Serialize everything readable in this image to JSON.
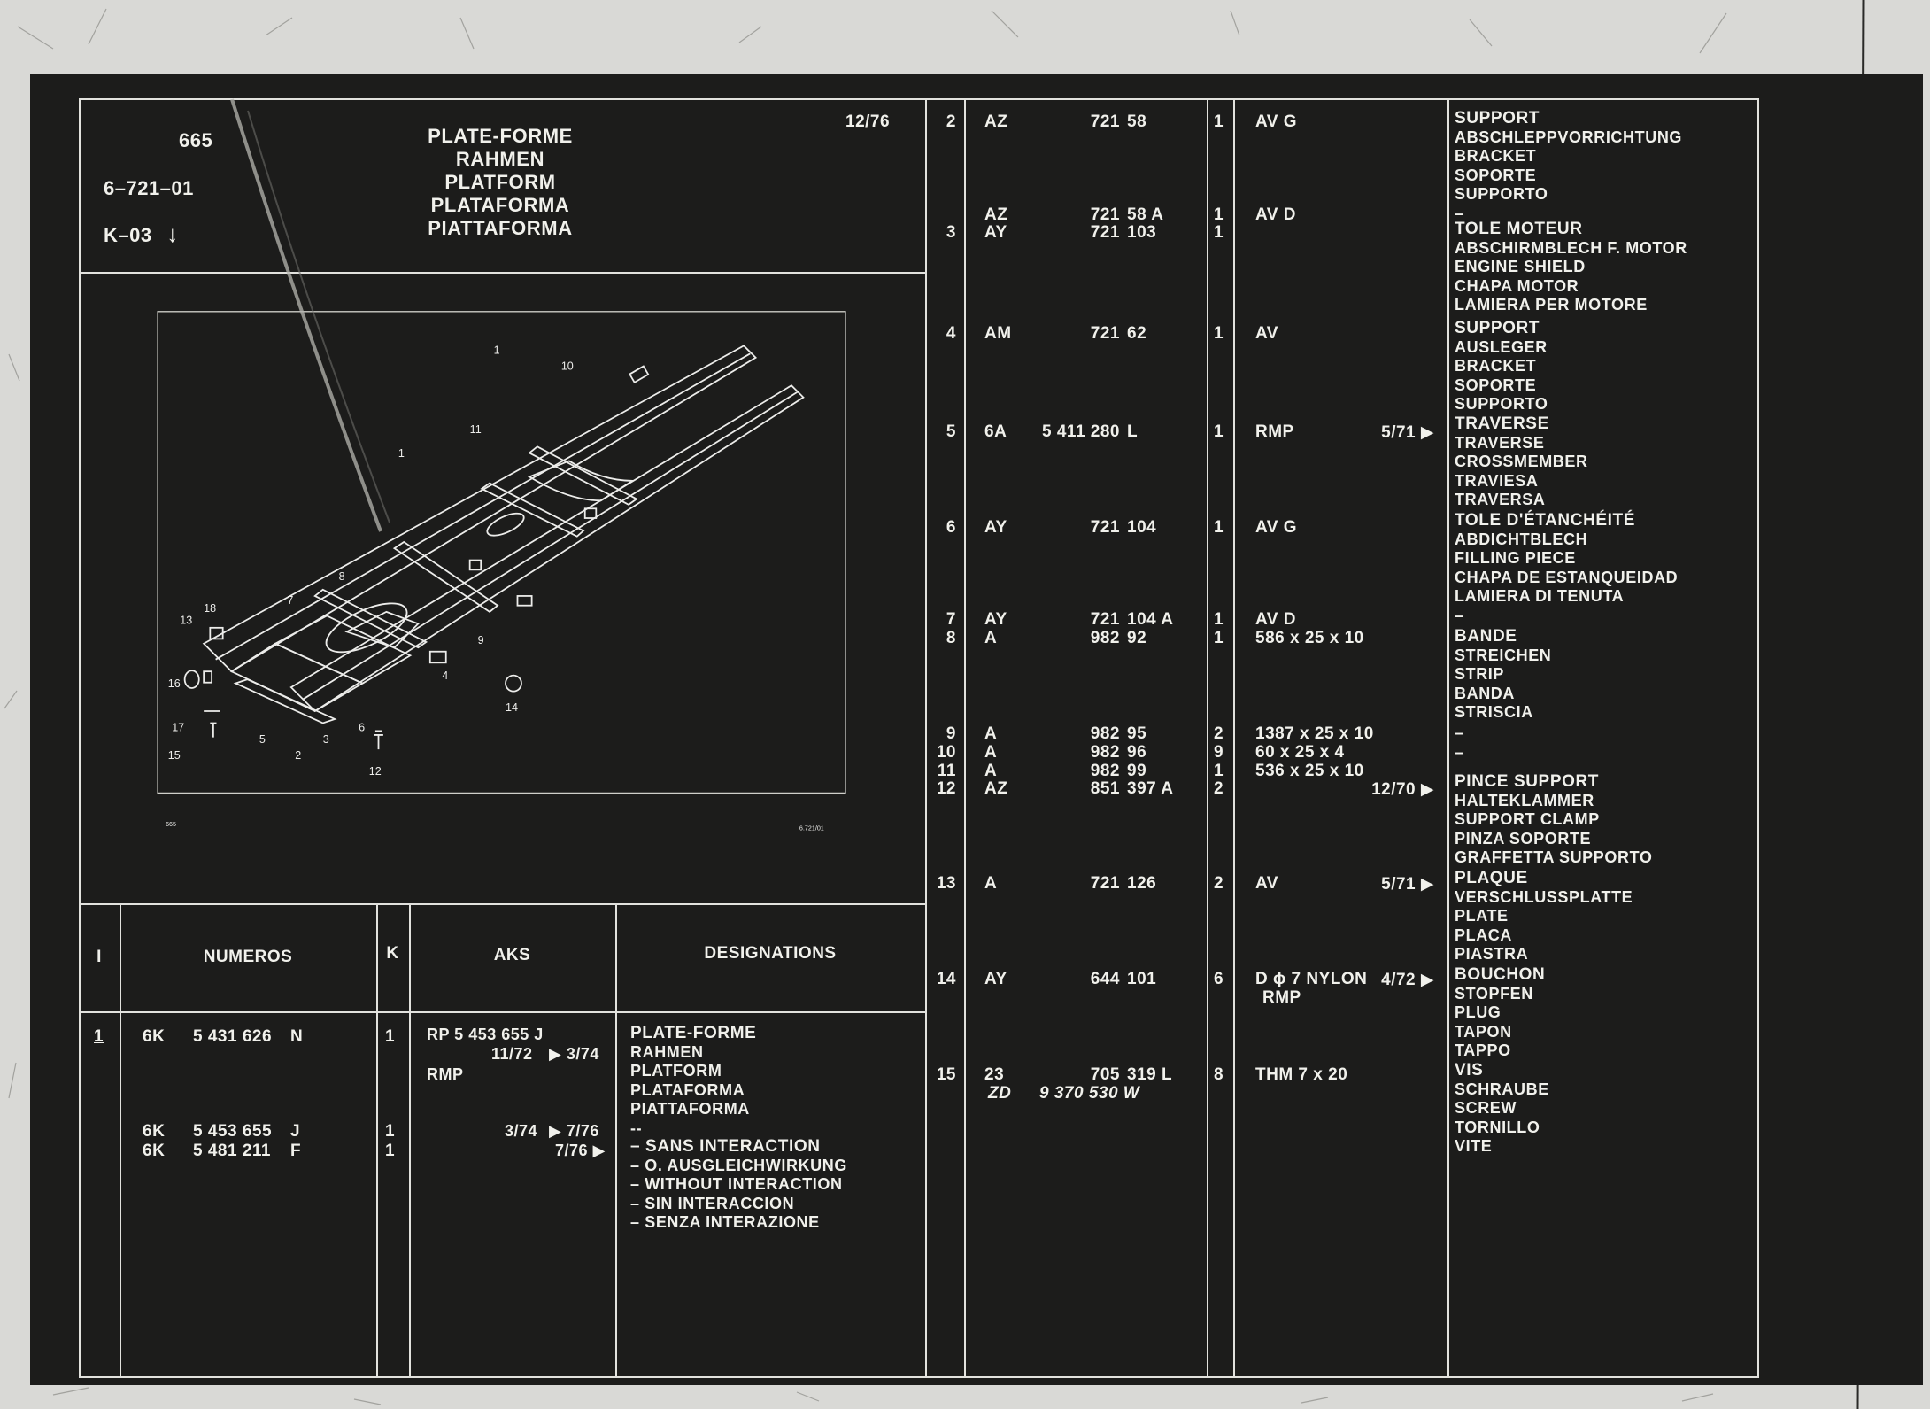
{
  "header": {
    "model": "665",
    "group": "6–721–01",
    "page": "K–03",
    "date": "12/76",
    "titles": [
      "PLATE-FORME",
      "RAHMEN",
      "PLATFORM",
      "PLATAFORMA",
      "PIATTAFORMA"
    ]
  },
  "drawing": {
    "corner_left": "665",
    "corner_right": "6.721/01",
    "callouts": [
      "1",
      "2",
      "3",
      "4",
      "5",
      "6",
      "7",
      "8",
      "9",
      "10",
      "11",
      "12",
      "13",
      "14",
      "15",
      "16",
      "17",
      "18"
    ]
  },
  "lower_table": {
    "headers": {
      "index": "I",
      "numeros": "NUMEROS",
      "k": "K",
      "aks": "AKS",
      "designations": "DESIGNATIONS"
    },
    "row": {
      "index": "1",
      "entries": [
        {
          "prefix": "6K",
          "number": "5 431 626",
          "suffix": "N",
          "k": "1",
          "aks_line1": "RP 5 453 655 J",
          "aks_line2": "11/72",
          "aks_line2b": "▶ 3/74",
          "aks_line3": "RMP"
        },
        {
          "prefix": "6K",
          "number": "5 453 655",
          "suffix": "J",
          "k": "1",
          "aks_line1": "3/74",
          "aks_line1b": "▶ 7/76"
        },
        {
          "prefix": "6K",
          "number": "5 481 211",
          "suffix": "F",
          "k": "1",
          "aks_line1": "7/76 ▶"
        }
      ],
      "designation_main": [
        "PLATE-FORME",
        "RAHMEN",
        "PLATFORM",
        "PLATAFORMA",
        "PIATTAFORMA",
        "--"
      ],
      "designation_note": [
        "– SANS INTERACTION",
        "– O. AUSGLEICHWIRKUNG",
        "– WITHOUT INTERACTION",
        "– SIN INTERACCION",
        "– SENZA INTERAZIONE"
      ]
    }
  },
  "parts": [
    {
      "idx": "2",
      "code": "AZ",
      "num": "721",
      "sfx": "58",
      "qty": "1",
      "remark": "AV G",
      "date": "",
      "desig": [
        "SUPPORT",
        "ABSCHLEPPVORRICHTUNG",
        "BRACKET",
        "SOPORTE",
        "SUPPORTO",
        "–"
      ]
    },
    {
      "idx": "",
      "code": "AZ",
      "num": "721",
      "sfx": "58 A",
      "qty": "1",
      "remark": "AV D",
      "date": "",
      "desig": []
    },
    {
      "idx": "3",
      "code": "AY",
      "num": "721",
      "sfx": "103",
      "qty": "1",
      "remark": "",
      "date": "",
      "desig": [
        "TOLE MOTEUR",
        "ABSCHIRMBLECH F. MOTOR",
        "ENGINE SHIELD",
        "CHAPA MOTOR",
        "LAMIERA PER MOTORE"
      ]
    },
    {
      "idx": "4",
      "code": "AM",
      "num": "721",
      "sfx": "62",
      "qty": "1",
      "remark": "AV",
      "date": "",
      "desig": [
        "SUPPORT",
        "AUSLEGER",
        "BRACKET",
        "SOPORTE",
        "SUPPORTO"
      ]
    },
    {
      "idx": "5",
      "code": "6A",
      "num": "5 411 280",
      "sfx": "L",
      "qty": "1",
      "remark": "RMP",
      "date": "5/71 ▶",
      "desig": [
        "TRAVERSE",
        "TRAVERSE",
        "CROSSMEMBER",
        "TRAVIESA",
        "TRAVERSA"
      ]
    },
    {
      "idx": "6",
      "code": "AY",
      "num": "721",
      "sfx": "104",
      "qty": "1",
      "remark": "AV G",
      "date": "",
      "desig": [
        "TOLE D'ÉTANCHÉITÉ",
        "ABDICHTBLECH",
        "FILLING PIECE",
        "CHAPA DE ESTANQUEIDAD",
        "LAMIERA DI TENUTA",
        "–"
      ]
    },
    {
      "idx": "7",
      "code": "AY",
      "num": "721",
      "sfx": "104 A",
      "qty": "1",
      "remark": "AV D",
      "date": "",
      "desig": []
    },
    {
      "idx": "8",
      "code": "A",
      "num": "982",
      "sfx": "92",
      "qty": "1",
      "remark": "586 x 25 x 10",
      "date": "",
      "desig": [
        "BANDE",
        "STREICHEN",
        "STRIP",
        "BANDA",
        "STRISCIA"
      ]
    },
    {
      "idx": "9",
      "code": "A",
      "num": "982",
      "sfx": "95",
      "qty": "2",
      "remark": "1387 x 25 x 10",
      "date": "",
      "desig": [
        "–"
      ]
    },
    {
      "idx": "10",
      "code": "A",
      "num": "982",
      "sfx": "96",
      "qty": "9",
      "remark": "60 x 25 x 4",
      "date": "",
      "desig": [
        "–"
      ]
    },
    {
      "idx": "11",
      "code": "A",
      "num": "982",
      "sfx": "99",
      "qty": "1",
      "remark": "536 x 25 x 10",
      "date": "",
      "desig": [
        "–"
      ]
    },
    {
      "idx": "12",
      "code": "AZ",
      "num": "851",
      "sfx": "397 A",
      "qty": "2",
      "remark": "",
      "date": "12/70 ▶",
      "desig": [
        "PINCE SUPPORT",
        "HALTEKLAMMER",
        "SUPPORT CLAMP",
        "PINZA SOPORTE",
        "GRAFFETTA SUPPORTO"
      ]
    },
    {
      "idx": "13",
      "code": "A",
      "num": "721",
      "sfx": "126",
      "qty": "2",
      "remark": "AV",
      "date": "5/71 ▶",
      "desig": [
        "PLAQUE",
        "VERSCHLUSSPLATTE",
        "PLATE",
        "PLACA",
        "PIASTRA"
      ]
    },
    {
      "idx": "14",
      "code": "AY",
      "num": "644",
      "sfx": "101",
      "qty": "6",
      "remark": "D ϕ 7  NYLON",
      "remark2": "RMP",
      "date": "4/72 ▶",
      "desig": [
        "BOUCHON",
        "STOPFEN",
        "PLUG",
        "TAPON",
        "TAPPO"
      ]
    },
    {
      "idx": "15",
      "code": "23",
      "num": "705",
      "sfx": "319  L",
      "code2": "ZD",
      "num2": "9 370 530 W",
      "qty": "8",
      "remark": "THM 7 x 20",
      "date": "",
      "desig": [
        "VIS",
        "SCHRAUBE",
        "SCREW",
        "TORNILLO",
        "VITE"
      ]
    }
  ],
  "colors": {
    "sheet": "#1c1c1b",
    "ink": "#f1f1ec",
    "paper": "#d9d9d6"
  }
}
